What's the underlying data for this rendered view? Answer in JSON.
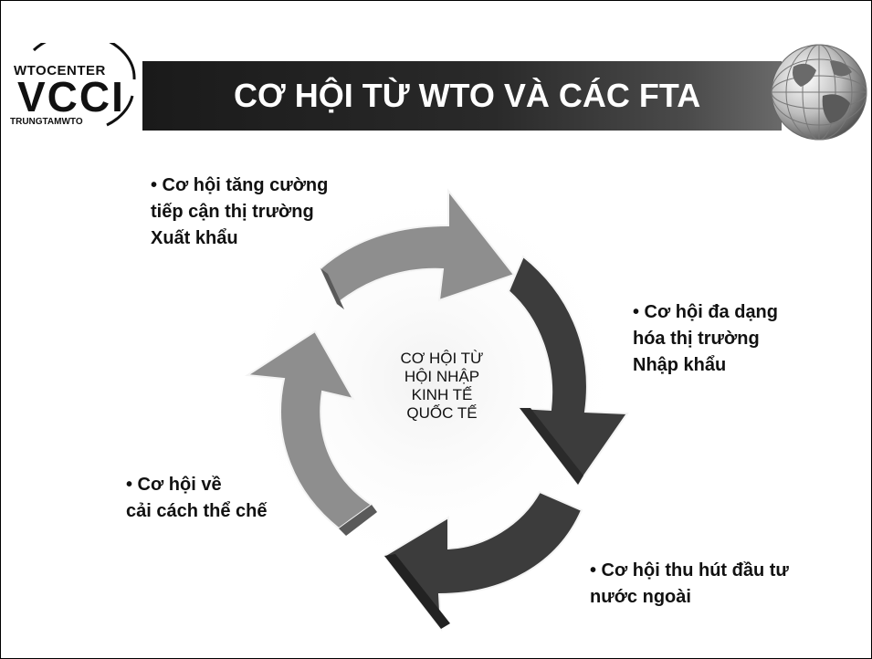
{
  "logo": {
    "top_text": "WTOCENTER",
    "main_text": "VCCI",
    "bottom_text": "TRUNGTAMWTO"
  },
  "title": "CƠ HỘI TỪ WTO VÀ CÁC FTA",
  "center": {
    "lines": [
      "CƠ HỘI TỪ",
      "HỘI NHẬP",
      "KINH TẾ",
      "QUỐC TẾ"
    ]
  },
  "labels": [
    {
      "lines": [
        "• Cơ hội tăng cường",
        "tiếp cận thị trường",
        "Xuất khẩu"
      ]
    },
    {
      "lines": [
        "• Cơ hội đa dạng",
        "hóa thị trường",
        "Nhập khẩu"
      ]
    },
    {
      "lines": [
        "• Cơ hội thu hút đầu tư",
        "nước ngoài"
      ]
    },
    {
      "lines": [
        "• Cơ hội về",
        "cải cách thể chế"
      ]
    }
  ],
  "colors": {
    "title_bar": "#1e1e1e",
    "arrow_light": "#8c8c8c",
    "arrow_dark": "#3c3c3c",
    "text": "#111111"
  },
  "icons": [
    "globe-icon",
    "vcci-logo"
  ]
}
